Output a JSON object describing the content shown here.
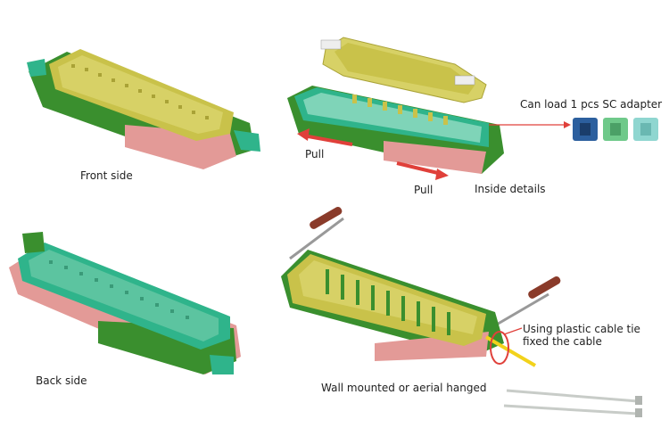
{
  "colors": {
    "green": "#3a8f2e",
    "teal": "#2fb48b",
    "yellow": "#c9c24a",
    "pink": "#e39a97",
    "arrow": "#e0403a",
    "adapter_blue": "#2c5f9e",
    "adapter_green": "#6fc98a",
    "adapter_cyan": "#8fd6d0",
    "hook": "#8a3b2a",
    "cable": "#f2d21b"
  },
  "labels": {
    "front_side": "Front side",
    "pull_left": "Pull",
    "pull_bottom": "Pull",
    "inside_details": "Inside details",
    "adapter": "Can load 1 pcs SC adapter",
    "back_side": "Back side",
    "cable_tie": "Using plastic cable tie fixed the cable",
    "wall_mounted": "Wall mounted or aerial hanged"
  },
  "icons": {
    "front": "closure-front-illustration",
    "open": "closure-open-illustration",
    "back": "closure-back-illustration",
    "mounted": "closure-mounted-illustration",
    "adapters": "sc-adapter-icons",
    "ties": "cable-tie-illustration"
  }
}
